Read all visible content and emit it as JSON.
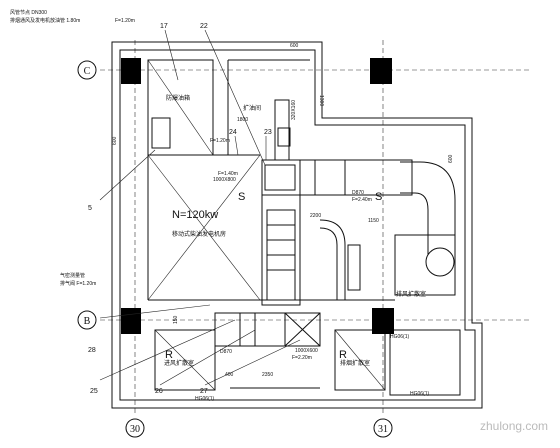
{
  "axes": {
    "c": "C",
    "b": "B",
    "n30": "30",
    "n31": "31"
  },
  "callouts": {
    "c17": "17",
    "c22": "22",
    "c24": "24",
    "c23": "23",
    "c5": "5",
    "c28": "28",
    "c25": "25",
    "c26": "26",
    "c27": "27"
  },
  "dims": {
    "d600a": "600",
    "d1800": "1800",
    "d1300": "1300",
    "d2200": "2200",
    "d1150": "1150",
    "d400": "400",
    "d2350": "2350",
    "d150": "150",
    "d600b": "600",
    "d600c": "600"
  },
  "duct_sizes": {
    "s1": "320X160",
    "s2": "1000X800",
    "s3": "1000X600",
    "s4": "D870",
    "s5": "D870"
  },
  "room_labels": {
    "tank_room": "防爆油箱",
    "power": "N=120kw",
    "generator": "移动式柴油发电机房",
    "exhaust_room": "排风扩散室",
    "fresh_air_room": "进风扩散室",
    "smoke_room": "排烟扩散室",
    "pipe_room": "扩油间",
    "s_left": "S",
    "s_right": "S",
    "r_left": "R",
    "r_right": "R"
  },
  "notes": {
    "topleft1": "风管节点 DN300",
    "topleft2": "排烟通风及发电机放油管 1.80m",
    "fa_valve": "F=1.20m",
    "fa_valve2": "F=1.20m",
    "fb_valve": "F=1.40m",
    "fc_valve": "F=2.40m",
    "fd_valve": "F=2.20m",
    "left_note1": "气密测量管",
    "left_note2": "排气阀 F=1.20m",
    "hg1": "HG06(1)",
    "hg2": "HG06(1)",
    "hg3": "HG06(1)"
  },
  "watermark": "zhulong.com"
}
